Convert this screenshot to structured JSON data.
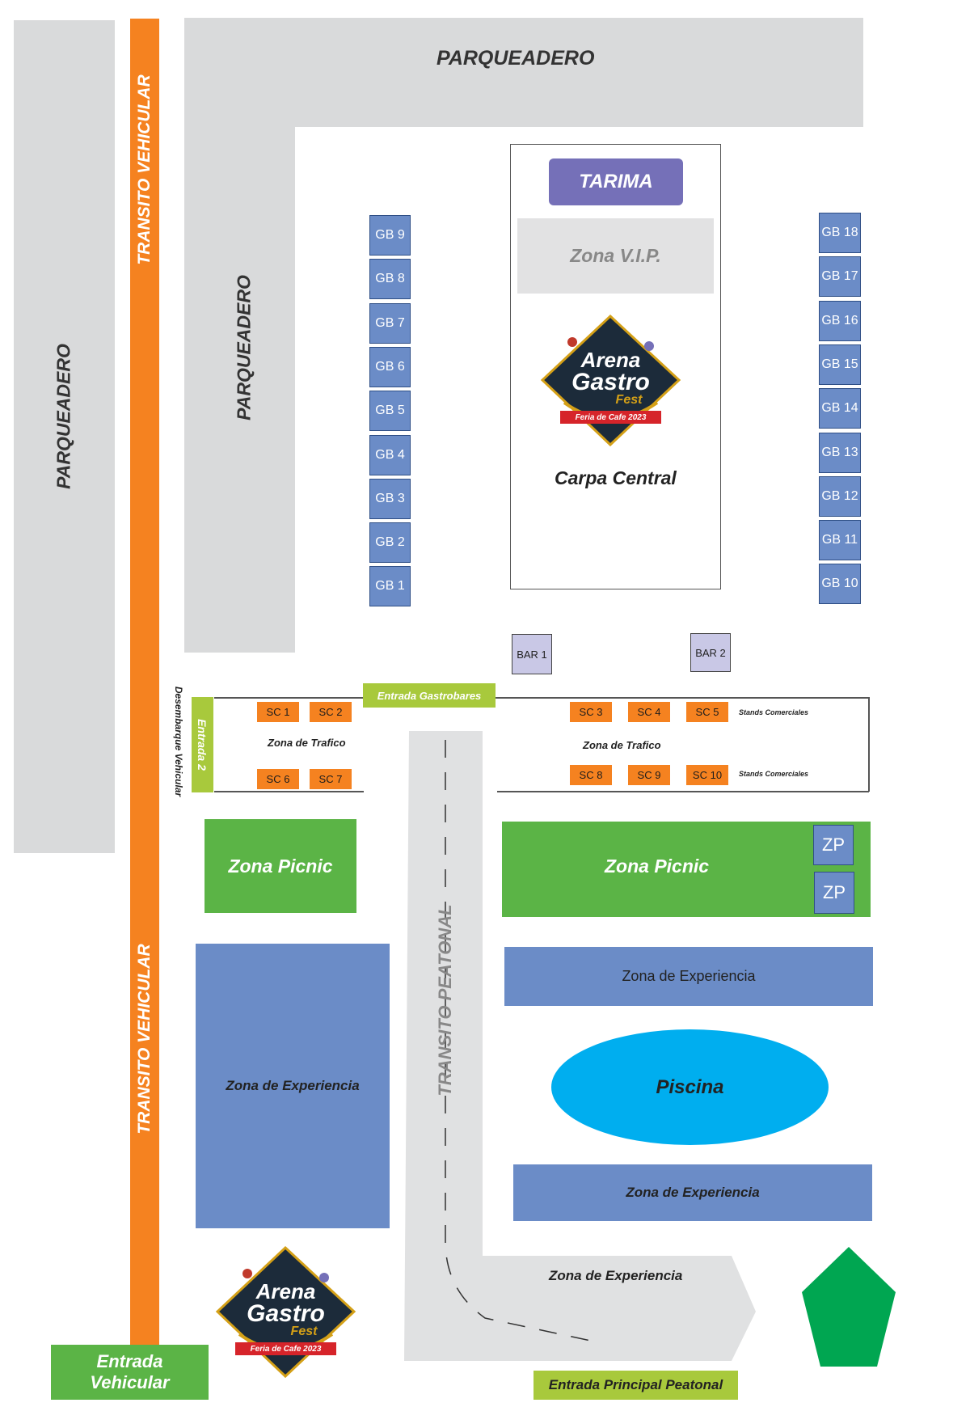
{
  "labels": {
    "parqueadero_top": "PARQUEADERO",
    "parqueadero_left": "PARQUEADERO",
    "parqueadero_mid": "PARQUEADERO",
    "transito_top": "TRANSITO VEHICULAR",
    "transito_bottom": "TRANSITO VEHICULAR",
    "transito_peatonal": "TRANSITO PEATONAL",
    "tarima": "TARIMA",
    "zona_vip": "Zona V.I.P.",
    "carpa_central": "Carpa Central",
    "desembarque": "Desembarque Vehicular",
    "entrada2": "Entrada 2",
    "entrada_gastrobares": "Entrada Gastrobares",
    "zona_trafico_left": "Zona de Trafico",
    "zona_trafico_right": "Zona de Trafico",
    "stands_top": "Stands Comerciales",
    "stands_bottom": "Stands Comerciales",
    "zona_picnic_left": "Zona Picnic",
    "zona_picnic_right": "Zona Picnic",
    "zona_experiencia_left": "Zona de Experiencia",
    "zona_experiencia_right_top": "Zona de Experiencia",
    "zona_experiencia_right_bottom": "Zona de Experiencia",
    "zona_experiencia_arrow": "Zona de Experiencia",
    "piscina": "Piscina",
    "entrada_vehicular": "Entrada Vehicular",
    "entrada_principal": "Entrada Principal Peatonal",
    "zp1": "ZP",
    "zp2": "ZP",
    "bar1": "BAR 1",
    "bar2": "BAR 2"
  },
  "gastrobares_left": [
    "GB 9",
    "GB 8",
    "GB 7",
    "GB 6",
    "GB 5",
    "GB 4",
    "GB 3",
    "GB 2",
    "GB 1"
  ],
  "gastrobares_right": [
    "GB 18",
    "GB 17",
    "GB 16",
    "GB 15",
    "GB 14",
    "GB 13",
    "GB 12",
    "GB 11",
    "GB 10"
  ],
  "stands": {
    "sc1": "SC 1",
    "sc2": "SC 2",
    "sc3": "SC 3",
    "sc4": "SC 4",
    "sc5": "SC 5",
    "sc6": "SC 6",
    "sc7": "SC 7",
    "sc8": "SC 8",
    "sc9": "SC 9",
    "sc10": "SC 10"
  },
  "logo": {
    "line1": "Arena",
    "line2": "Gastro",
    "line3": "Fest",
    "ribbon": "Feria de Cafe 2023"
  },
  "colors": {
    "orange": "#f58220",
    "gray": "#d9dadb",
    "blue": "#6b8cc7",
    "green": "#5bb446",
    "lime": "#a8c93c",
    "purple": "#7570b8",
    "cyan": "#00aeef",
    "dark_green": "#00a651"
  }
}
